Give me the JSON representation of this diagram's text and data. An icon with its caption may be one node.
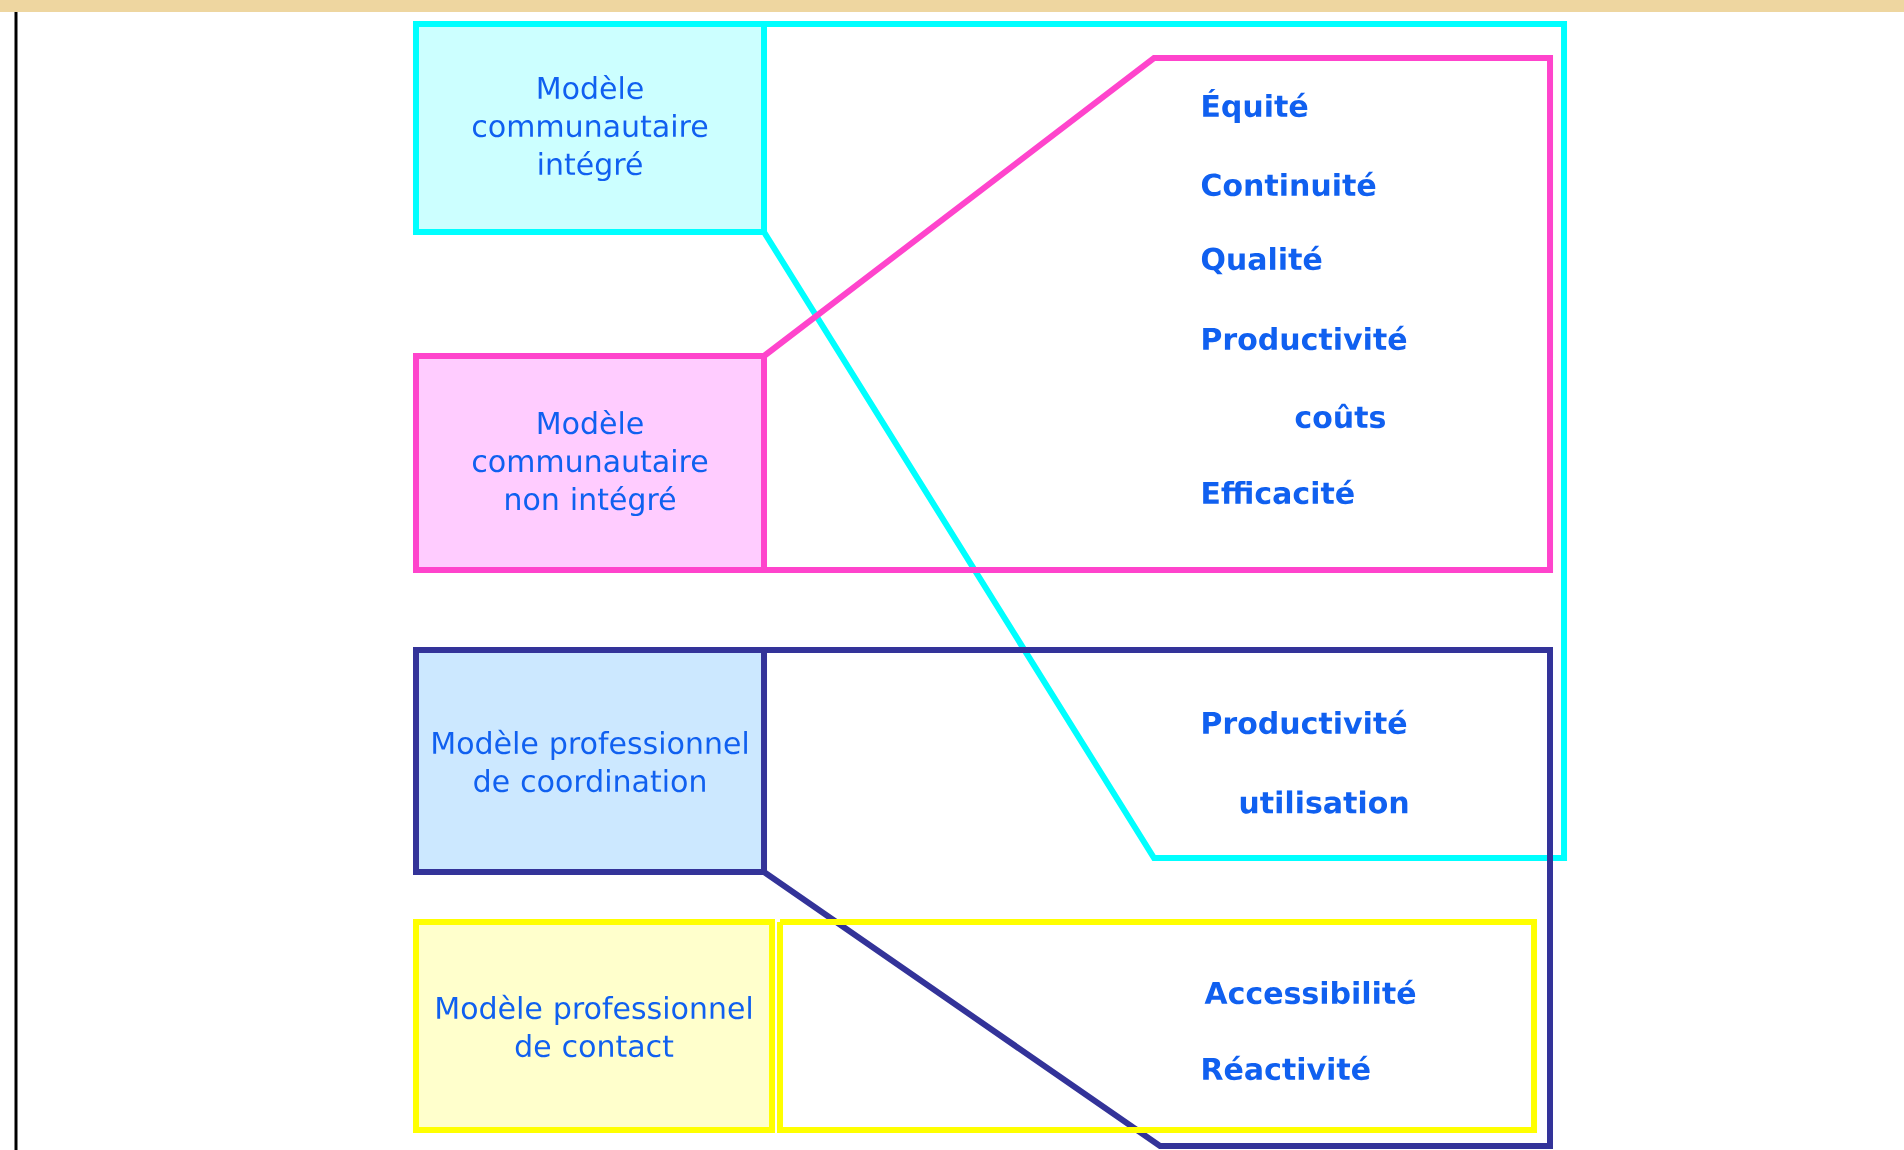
{
  "diagram": {
    "nodes": [
      {
        "text": [
          "Modèle communautaire intégré"
        ]
      },
      {
        "text": [
          "Modèle communautaire non intégré"
        ]
      },
      {
        "text": [
          "Modèle professionnel de coordination"
        ]
      },
      {
        "text": [
          "Modèle professionnel de contact"
        ]
      }
    ],
    "labels": [
      "Équité",
      "Continuité",
      "Qualité",
      "Productivité",
      "coûts",
      "Efficacité",
      "Productivité",
      "utilisation",
      "Accessibilité",
      "Réactivité"
    ]
  }
}
